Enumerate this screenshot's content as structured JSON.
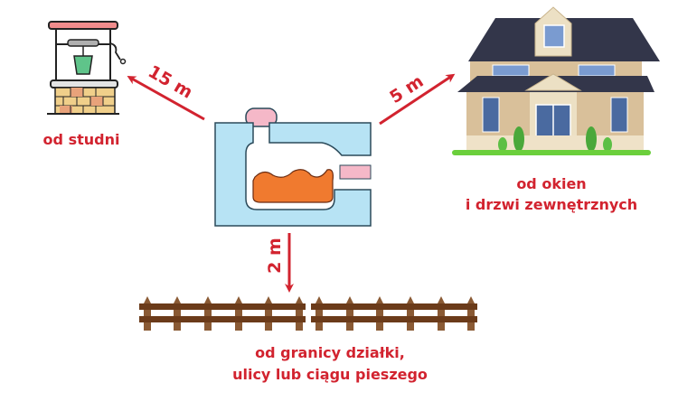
{
  "colors": {
    "accent_red": "#d2232f",
    "tank_blue": "#b7e3f4",
    "tank_outline": "#2b4a5a",
    "sludge_orange": "#f07a2f",
    "lid_pink": "#f5b8c8",
    "fence_brown": "#6b3b1a",
    "fence_post": "#8a5a34"
  },
  "center": {
    "name": "septic-tank"
  },
  "distances": {
    "well": {
      "value": "15 m",
      "label": "od studni"
    },
    "house": {
      "value": "5 m",
      "label_line1": "od okien",
      "label_line2": "i drzwi zewnętrznych"
    },
    "fence": {
      "value": "2 m",
      "label_line1": "od granicy działki,",
      "label_line2": "ulicy lub ciągu pieszego"
    }
  }
}
